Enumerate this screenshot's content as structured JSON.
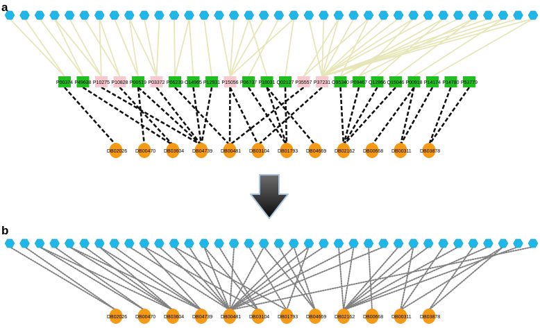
{
  "panels": [
    {
      "label": "a"
    },
    {
      "label": "b"
    }
  ],
  "colors": {
    "hexagon": "#1fb6e8",
    "protein_green": "#1fbf1f",
    "protein_pink": "#f7c9cf",
    "drug": "#f59a14",
    "light_edge": "#e6e6b8",
    "dashed_edge": "#111111",
    "dotted_edge": "#808080",
    "arrow_top": "#6e6e6e",
    "arrow_bottom": "#0a0a0a",
    "arrow_outline": "#a9c6e0"
  },
  "hexagon_count": 36,
  "proteins": [
    {
      "id": "P00374",
      "color": "green"
    },
    {
      "id": "P49638",
      "color": "green"
    },
    {
      "id": "P10275",
      "color": "pink"
    },
    {
      "id": "P10828",
      "color": "pink"
    },
    {
      "id": "P00519",
      "color": "green"
    },
    {
      "id": "P03372",
      "color": "pink"
    },
    {
      "id": "P06239",
      "color": "green"
    },
    {
      "id": "O14965",
      "color": "green"
    },
    {
      "id": "P12931",
      "color": "green"
    },
    {
      "id": "P15056",
      "color": "pink"
    },
    {
      "id": "P06737",
      "color": "green"
    },
    {
      "id": "P18031",
      "color": "green"
    },
    {
      "id": "Q02127",
      "color": "green"
    },
    {
      "id": "P35557",
      "color": "pink"
    },
    {
      "id": "P37231",
      "color": "pink"
    },
    {
      "id": "O95340",
      "color": "green"
    },
    {
      "id": "P09467",
      "color": "green"
    },
    {
      "id": "Q12866",
      "color": "green"
    },
    {
      "id": "Q15046",
      "color": "green"
    },
    {
      "id": "P00918",
      "color": "green"
    },
    {
      "id": "P14174",
      "color": "green"
    },
    {
      "id": "P14780",
      "color": "green"
    },
    {
      "id": "P53779",
      "color": "green"
    }
  ],
  "drugs": [
    "DB02026",
    "DB00470",
    "DB03604",
    "DB04739",
    "DB00481",
    "DB03104",
    "DB01793",
    "DB04669",
    "DB02162",
    "DB00668",
    "DB00311",
    "DB03878"
  ],
  "protein_drug_edges": [
    [
      0,
      0
    ],
    [
      1,
      2
    ],
    [
      2,
      3
    ],
    [
      3,
      2
    ],
    [
      4,
      1
    ],
    [
      4,
      3
    ],
    [
      5,
      3
    ],
    [
      6,
      4
    ],
    [
      7,
      3
    ],
    [
      8,
      3
    ],
    [
      9,
      5
    ],
    [
      9,
      4
    ],
    [
      10,
      6
    ],
    [
      11,
      6
    ],
    [
      11,
      7
    ],
    [
      12,
      6
    ],
    [
      13,
      4
    ],
    [
      14,
      5
    ],
    [
      15,
      8
    ],
    [
      16,
      8
    ],
    [
      17,
      8
    ],
    [
      18,
      8
    ],
    [
      19,
      10
    ],
    [
      19,
      9
    ],
    [
      20,
      10
    ],
    [
      21,
      11
    ],
    [
      22,
      11
    ]
  ],
  "hex_protein_edges": [
    [
      0,
      0
    ],
    [
      1,
      0
    ],
    [
      2,
      1
    ],
    [
      3,
      1
    ],
    [
      3,
      2
    ],
    [
      4,
      2
    ],
    [
      5,
      3
    ],
    [
      6,
      3
    ],
    [
      7,
      4
    ],
    [
      8,
      4
    ],
    [
      9,
      5
    ],
    [
      10,
      5
    ],
    [
      11,
      6
    ],
    [
      12,
      7
    ],
    [
      13,
      8
    ],
    [
      14,
      9
    ],
    [
      15,
      9
    ],
    [
      16,
      9
    ],
    [
      17,
      9
    ],
    [
      18,
      10
    ],
    [
      19,
      9
    ],
    [
      20,
      14
    ],
    [
      21,
      14
    ],
    [
      22,
      14
    ],
    [
      23,
      14
    ],
    [
      24,
      13
    ],
    [
      25,
      14
    ],
    [
      26,
      14
    ],
    [
      27,
      14
    ],
    [
      28,
      14
    ],
    [
      29,
      15
    ],
    [
      30,
      15
    ],
    [
      31,
      16
    ],
    [
      32,
      14
    ],
    [
      33,
      14
    ],
    [
      34,
      14
    ],
    [
      35,
      14
    ],
    [
      6,
      2
    ],
    [
      8,
      5
    ],
    [
      12,
      6
    ],
    [
      16,
      11
    ],
    [
      19,
      12
    ],
    [
      22,
      13
    ],
    [
      24,
      15
    ],
    [
      27,
      16
    ],
    [
      29,
      17
    ],
    [
      31,
      18
    ],
    [
      33,
      19
    ],
    [
      35,
      20
    ]
  ],
  "hex_drug_edges": [
    [
      0,
      0
    ],
    [
      1,
      0
    ],
    [
      2,
      1
    ],
    [
      3,
      1
    ],
    [
      4,
      2
    ],
    [
      5,
      2
    ],
    [
      6,
      2
    ],
    [
      7,
      3
    ],
    [
      8,
      4
    ],
    [
      9,
      3
    ],
    [
      10,
      4
    ],
    [
      11,
      4
    ],
    [
      12,
      4
    ],
    [
      13,
      5
    ],
    [
      14,
      5
    ],
    [
      15,
      4
    ],
    [
      16,
      6
    ],
    [
      17,
      4
    ],
    [
      18,
      7
    ],
    [
      19,
      4
    ],
    [
      20,
      6
    ],
    [
      21,
      4
    ],
    [
      22,
      8
    ],
    [
      23,
      4
    ],
    [
      24,
      9
    ],
    [
      25,
      4
    ],
    [
      26,
      8
    ],
    [
      27,
      10
    ],
    [
      28,
      8
    ],
    [
      29,
      10
    ],
    [
      30,
      8
    ],
    [
      31,
      11
    ],
    [
      32,
      8
    ],
    [
      33,
      11
    ],
    [
      34,
      8
    ],
    [
      35,
      4
    ],
    [
      2,
      2
    ],
    [
      4,
      3
    ],
    [
      6,
      3
    ],
    [
      9,
      5
    ],
    [
      11,
      6
    ],
    [
      13,
      4
    ],
    [
      17,
      7
    ],
    [
      19,
      7
    ],
    [
      20,
      4
    ],
    [
      23,
      8
    ],
    [
      27,
      8
    ],
    [
      33,
      10
    ]
  ]
}
